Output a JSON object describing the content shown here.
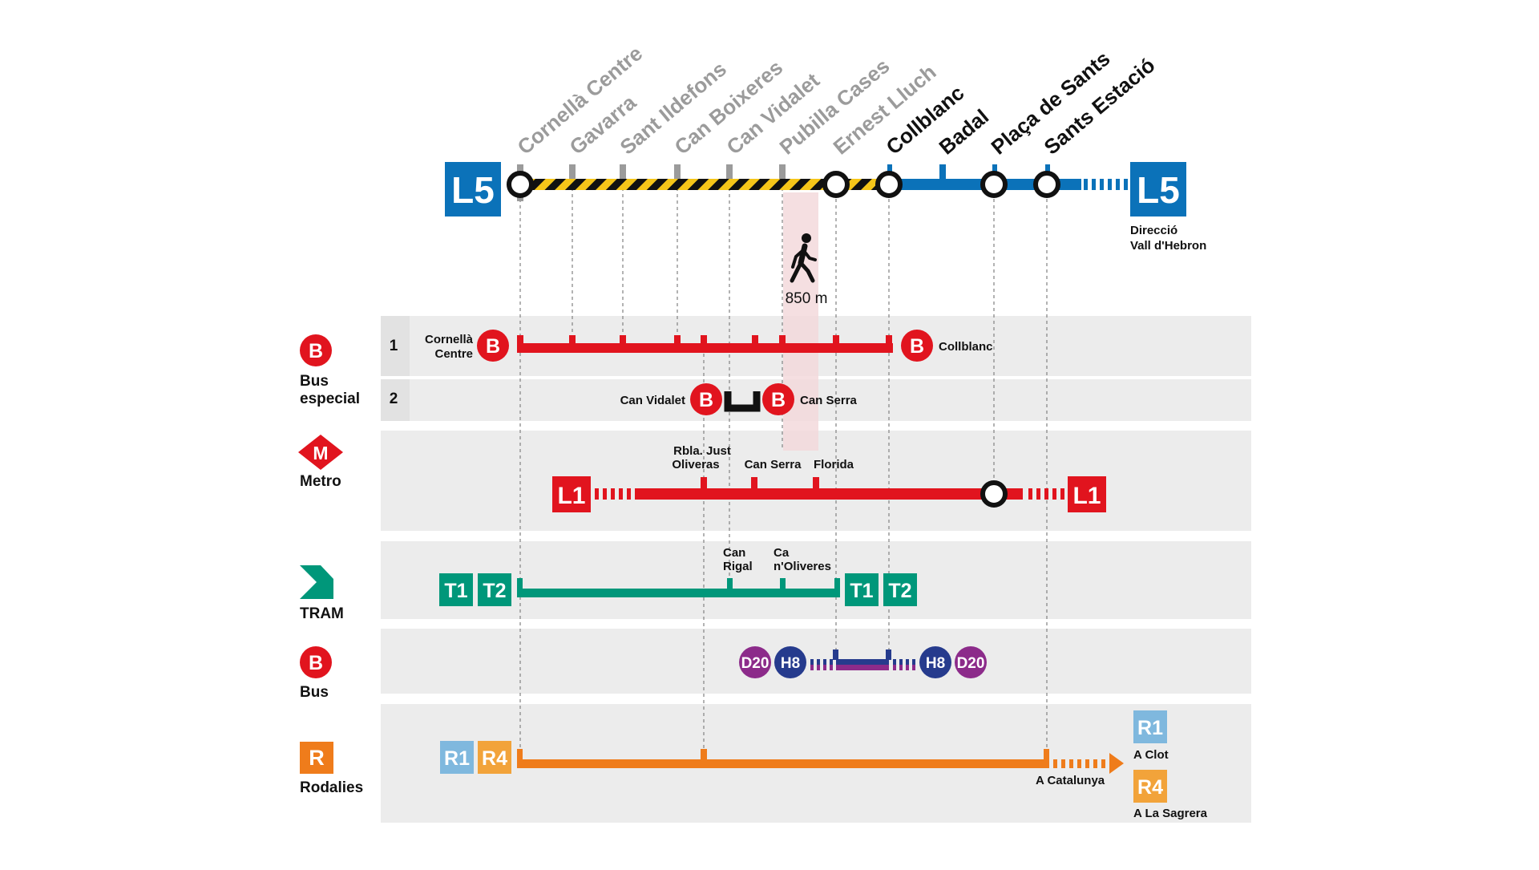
{
  "colors": {
    "l5": "#0b72b9",
    "red": "#e1141e",
    "tram": "#00977a",
    "bus_h8": "#263b8d",
    "bus_d20": "#8c2b8a",
    "rod": "#ef7c1b",
    "r1": "#7fb8de",
    "r4": "#f2a33a",
    "band": "#ececec",
    "grey_text": "#9b9b9b",
    "walk": "#f3d9dc",
    "hazard": "#f6c619"
  },
  "l5": {
    "badge": "L5",
    "direction_line1": "Direcció",
    "direction_line2": "Vall d'Hebron",
    "stations_closed": [
      "Cornellà Centre",
      "Gavarra",
      "Sant Ildefons",
      "Can Boixeres",
      "Can Vidalet",
      "Pubilla Cases",
      "Ernest Lluch"
    ],
    "stations_open": [
      "Collblanc",
      "Badal",
      "Plaça de Sants",
      "Sants Estació"
    ]
  },
  "walk": {
    "distance": "850 m"
  },
  "bus_especial": {
    "mode_line1": "Bus",
    "mode_line2": "especial",
    "icon": "B",
    "route1": {
      "num": "1",
      "from_line1": "Cornellà",
      "from_line2": "Centre",
      "to": "Collblanc"
    },
    "route2": {
      "num": "2",
      "from": "Can Vidalet",
      "to": "Can Serra"
    }
  },
  "metro": {
    "mode": "Metro",
    "icon": "M",
    "badge": "L1",
    "stops": {
      "s1_line1": "Rbla. Just",
      "s1_line2": "Oliveras",
      "s2": "Can Serra",
      "s3": "Florida"
    }
  },
  "tram": {
    "mode": "TRAM",
    "badges": [
      "T1",
      "T2"
    ],
    "stops": {
      "s1_line1": "Can",
      "s1_line2": "Rigal",
      "s2_line1": "Ca",
      "s2_line2": "n'Oliveres"
    }
  },
  "bus": {
    "mode": "Bus",
    "icon": "B",
    "lines": [
      "D20",
      "H8"
    ]
  },
  "rodalies": {
    "mode": "Rodalies",
    "icon": "R",
    "badges": [
      "R1",
      "R4"
    ],
    "destination": "A Catalunya",
    "r1_dest": "A Clot",
    "r4_dest": "A La Sagrera"
  }
}
